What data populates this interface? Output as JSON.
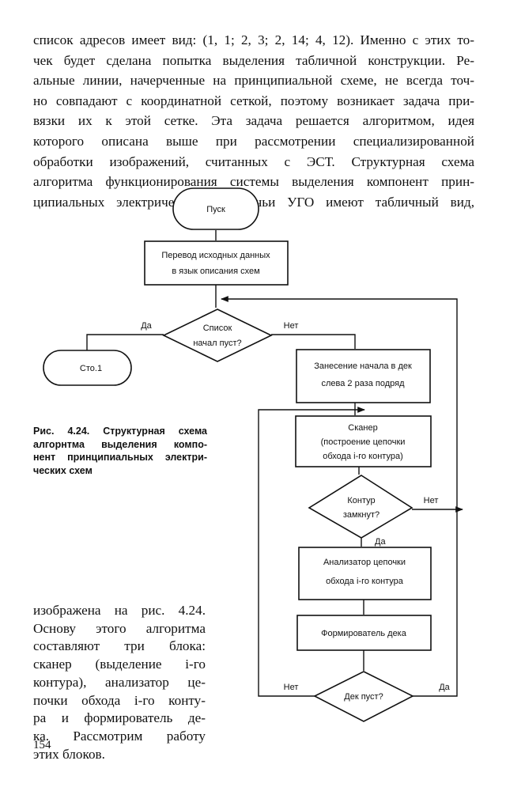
{
  "top_paragraph": [
    "список адресов имеет вид: (1, 1; 2, 3; 2, 14; 4, 12). Именно с этих то-",
    "чек будет сделана попытка выделения табличной конструкции. Ре-",
    "альные линии, начерченные на принципиальной схеме, не всегда точ-",
    "но совпадают с координатной сеткой, поэтому возникает задача при-",
    "вязки их к этой сетке. Эта задача решается алгоритмом, идея",
    "которого описана выше при рассмотрении специализированной",
    "обработки изображений, считанных с ЭСТ. Структурная схема",
    "алгоритма функционирования системы выделения компонент прин-",
    "ципиальных электрических схем, чьи УГО имеют табличный вид,"
  ],
  "caption": [
    "Рис. 4.24. Структурная схема",
    "алгорнтма выделения компо-",
    "нент принципиальных электри-",
    "ческих схем"
  ],
  "side_paragraph": [
    "изображена на рис. 4.24.",
    "Основу этого алгоритма",
    "составляют три блока:",
    "сканер (выделение i-го",
    "контура), анализатор це-",
    "почки обхода i-го конту-",
    "ра и формирователь де-",
    "ка. Рассмотрим работу",
    "этих блоков."
  ],
  "page_number": "154",
  "flowchart": {
    "start": "Пуск",
    "translate": [
      "Перевод исходных данных",
      "в язык описания схем"
    ],
    "list_empty": [
      "Список",
      "начал пуст?"
    ],
    "yes_1": "Да",
    "no_1": "Нет",
    "stop": "Сто.1",
    "push_start": [
      "Занесение начала в дек",
      "слева 2 раза подряд"
    ],
    "scanner": [
      "Сканер",
      "(построение цепочки",
      "обхода i-го контура)"
    ],
    "contour_closed": [
      "Контур",
      "замкнут?"
    ],
    "no_2": "Нет",
    "yes_2": "Да",
    "analyzer": [
      "Анализатор цепочки",
      "обхода i-го контура"
    ],
    "deque_former": "Формирователь дека",
    "deque_empty": "Дек пуст?",
    "no_3": "Нет",
    "yes_3": "Да"
  }
}
